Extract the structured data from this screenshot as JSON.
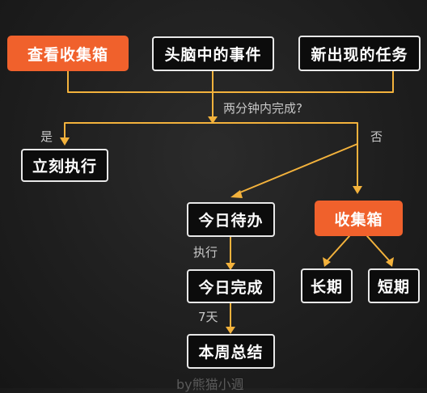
{
  "nodes": {
    "view_inbox": "查看收集箱",
    "in_head": "头脑中的事件",
    "new_task": "新出现的任务",
    "do_now": "立刻执行",
    "today_todo": "今日待办",
    "inbox": "收集箱",
    "today_done": "今日完成",
    "long_term": "长期",
    "short_term": "短期",
    "week_summary": "本周总结"
  },
  "labels": {
    "question": "两分钟内完成?",
    "yes": "是",
    "no": "否",
    "execute": "执行",
    "seven_days": "7天"
  },
  "watermark": "by熊猫小週",
  "colors": {
    "accent": "#f0612c",
    "connector": "#f3b23c",
    "node_border": "#e8e8e8",
    "background": "#1f1f1f"
  }
}
